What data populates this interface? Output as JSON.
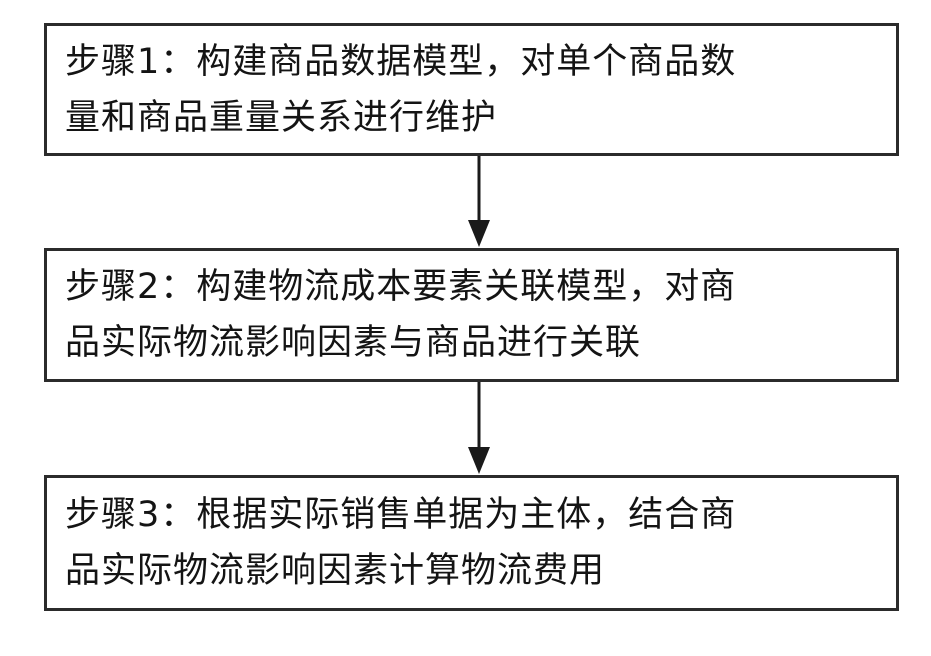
{
  "flowchart": {
    "steps": [
      {
        "line1": "步骤1：构建商品数据模型，对单个商品数",
        "line2": "量和商品重量关系进行维护"
      },
      {
        "line1": "步骤2：构建物流成本要素关联模型，对商",
        "line2": "品实际物流影响因素与商品进行关联"
      },
      {
        "line1": "步骤3：根据实际销售单据为主体，结合商",
        "line2": "品实际物流影响因素计算物流费用"
      }
    ]
  },
  "colors": {
    "border": "#2b2b2b",
    "text": "#141414",
    "arrow": "#1a1a1a"
  }
}
